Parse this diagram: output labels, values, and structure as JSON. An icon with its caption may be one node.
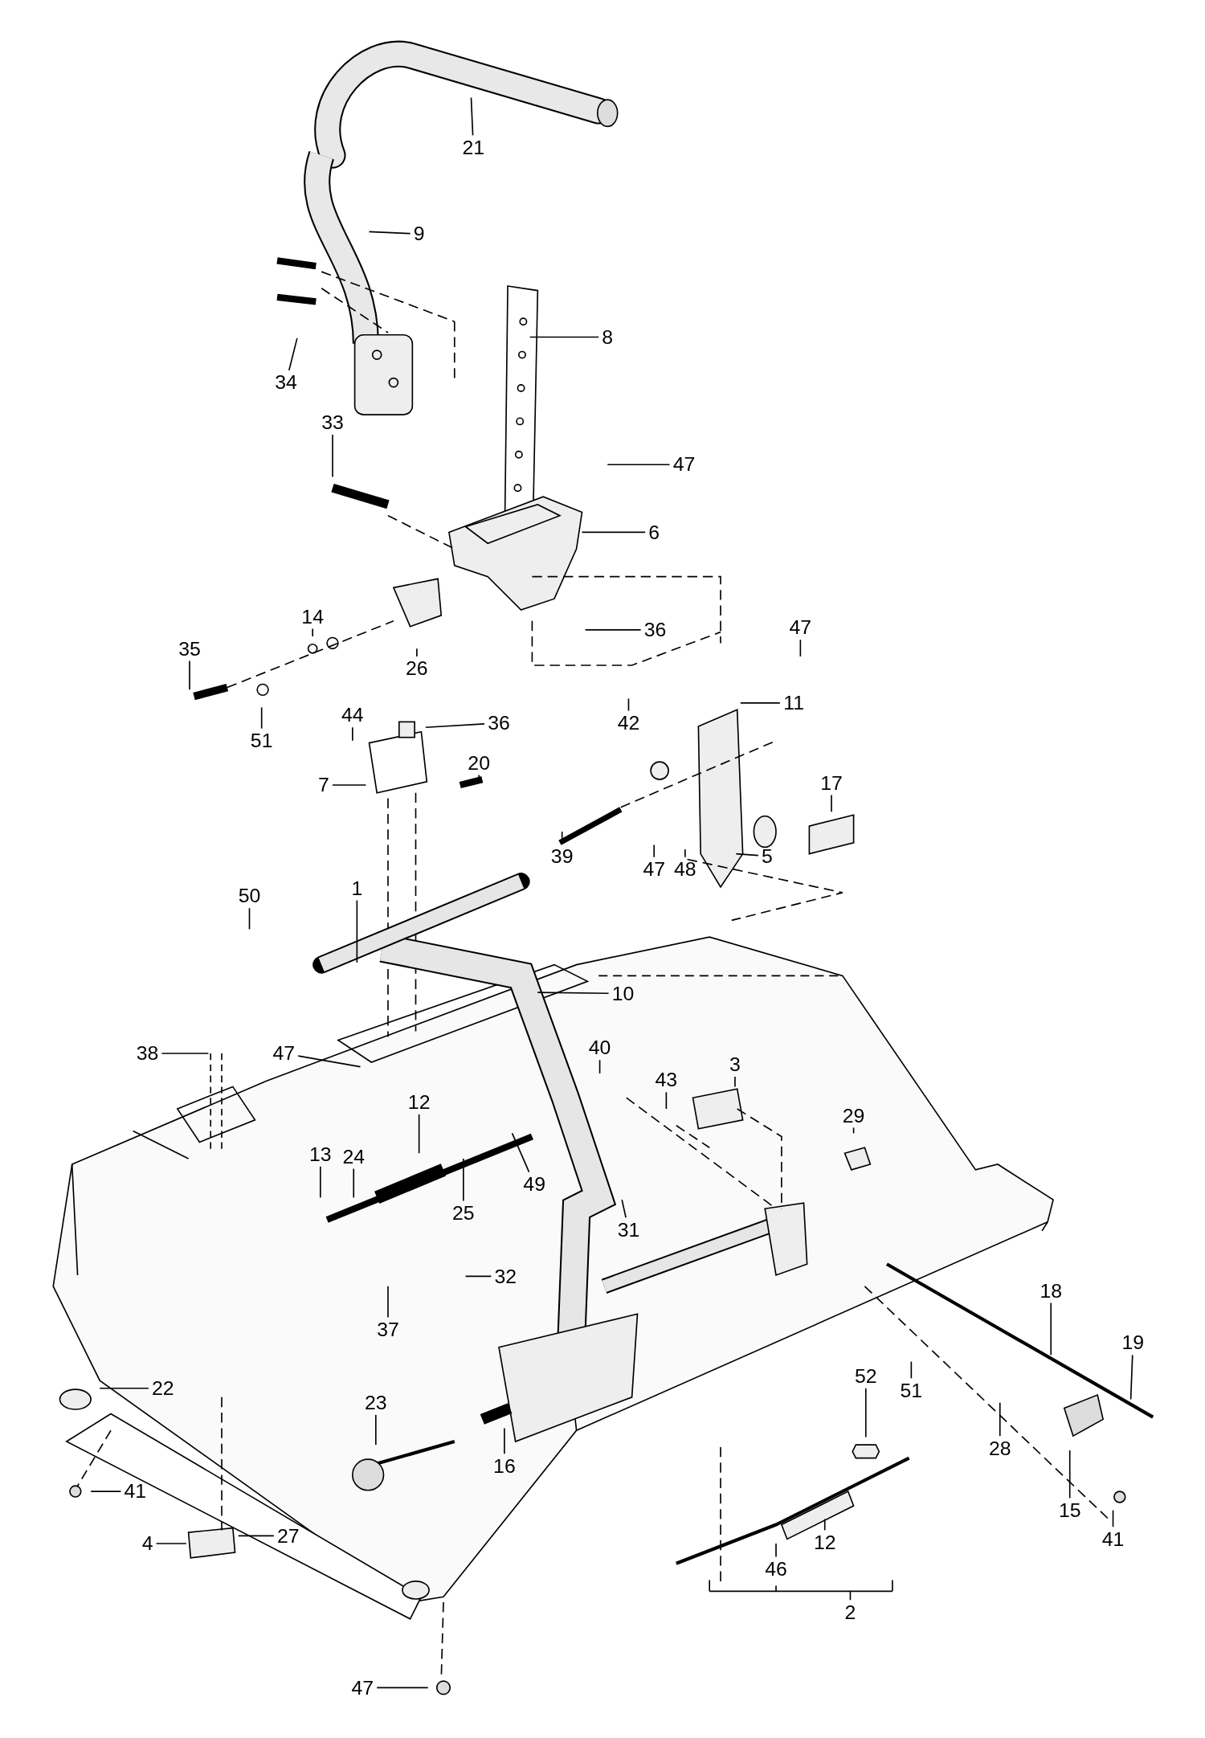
{
  "diagram": {
    "nodes": [
      {
        "text": [
          "21"
        ]
      },
      {
        "text": [
          "9"
        ]
      },
      {
        "text": [
          "8"
        ]
      },
      {
        "text": [
          "34"
        ]
      },
      {
        "text": [
          "33"
        ]
      },
      {
        "text": [
          "47"
        ]
      },
      {
        "text": [
          "6"
        ]
      },
      {
        "text": [
          "14"
        ]
      },
      {
        "text": [
          "36"
        ]
      },
      {
        "text": [
          "47"
        ]
      },
      {
        "text": [
          "35"
        ]
      },
      {
        "text": [
          "26"
        ]
      },
      {
        "text": [
          "42"
        ]
      },
      {
        "text": [
          "11"
        ]
      },
      {
        "text": [
          "44"
        ]
      },
      {
        "text": [
          "36"
        ]
      },
      {
        "text": [
          "51"
        ]
      },
      {
        "text": [
          "20"
        ]
      },
      {
        "text": [
          "17"
        ]
      },
      {
        "text": [
          "7"
        ]
      },
      {
        "text": [
          "39"
        ]
      },
      {
        "text": [
          "5"
        ]
      },
      {
        "text": [
          "47"
        ]
      },
      {
        "text": [
          "48"
        ]
      },
      {
        "text": [
          "1"
        ]
      },
      {
        "text": [
          "50"
        ]
      },
      {
        "text": [
          "10"
        ]
      },
      {
        "text": [
          "38"
        ]
      },
      {
        "text": [
          "40"
        ]
      },
      {
        "text": [
          "3"
        ]
      },
      {
        "text": [
          "47"
        ]
      },
      {
        "text": [
          "43"
        ]
      },
      {
        "text": [
          "29"
        ]
      },
      {
        "text": [
          "12"
        ]
      },
      {
        "text": [
          "13"
        ]
      },
      {
        "text": [
          "24"
        ]
      },
      {
        "text": [
          "49"
        ]
      },
      {
        "text": [
          "25"
        ]
      },
      {
        "text": [
          "31"
        ]
      },
      {
        "text": [
          "32"
        ]
      },
      {
        "text": [
          "18"
        ]
      },
      {
        "text": [
          "37"
        ]
      },
      {
        "text": [
          "19"
        ]
      },
      {
        "text": [
          "22"
        ]
      },
      {
        "text": [
          "52"
        ]
      },
      {
        "text": [
          "51"
        ]
      },
      {
        "text": [
          "23"
        ]
      },
      {
        "text": [
          "28"
        ]
      },
      {
        "text": [
          "16"
        ]
      },
      {
        "text": [
          "41"
        ]
      },
      {
        "text": [
          "15"
        ]
      },
      {
        "text": [
          "27"
        ]
      },
      {
        "text": [
          "4"
        ]
      },
      {
        "text": [
          "41"
        ]
      },
      {
        "text": [
          "12"
        ]
      },
      {
        "text": [
          "46"
        ]
      },
      {
        "text": [
          "47"
        ]
      }
    ],
    "edges": [
      {
        "from": 0,
        "to": null,
        "arrow": "none"
      },
      {
        "from": 1,
        "to": null,
        "arrow": "none"
      },
      {
        "from": 2,
        "to": null,
        "arrow": "none"
      },
      {
        "from": 3,
        "to": null,
        "arrow": "none"
      },
      {
        "from": 4,
        "to": null,
        "arrow": "none"
      },
      {
        "from": 5,
        "to": null,
        "arrow": "none"
      },
      {
        "from": 6,
        "to": null,
        "arrow": "none"
      },
      {
        "from": 7,
        "to": null,
        "arrow": "none"
      },
      {
        "from": 8,
        "to": null,
        "arrow": "none"
      },
      {
        "from": 9,
        "to": null,
        "arrow": "none"
      },
      {
        "from": 10,
        "to": null,
        "arrow": "none"
      },
      {
        "from": 11,
        "to": null,
        "arrow": "none"
      },
      {
        "from": 12,
        "to": null,
        "arrow": "none"
      },
      {
        "from": 13,
        "to": null,
        "arrow": "none"
      },
      {
        "from": 14,
        "to": null,
        "arrow": "none"
      },
      {
        "from": 15,
        "to": null,
        "arrow": "none"
      },
      {
        "from": 16,
        "to": null,
        "arrow": "none"
      },
      {
        "from": 17,
        "to": null,
        "arrow": "none"
      },
      {
        "from": 18,
        "to": null,
        "arrow": "none"
      },
      {
        "from": 19,
        "to": null,
        "arrow": "none"
      },
      {
        "from": 20,
        "to": null,
        "arrow": "none"
      },
      {
        "from": 21,
        "to": null,
        "arrow": "none"
      },
      {
        "from": 22,
        "to": null,
        "arrow": "none"
      },
      {
        "from": 23,
        "to": null,
        "arrow": "none"
      },
      {
        "from": 24,
        "to": null,
        "arrow": "none"
      },
      {
        "from": 25,
        "to": null,
        "arrow": "none"
      },
      {
        "from": 26,
        "to": null,
        "arrow": "none"
      },
      {
        "from": 27,
        "to": null,
        "arrow": "none"
      },
      {
        "from": 28,
        "to": null,
        "arrow": "none"
      },
      {
        "from": 29,
        "to": null,
        "arrow": "none"
      },
      {
        "from": 30,
        "to": null,
        "arrow": "none"
      },
      {
        "from": 31,
        "to": null,
        "arrow": "none"
      },
      {
        "from": 32,
        "to": null,
        "arrow": "none"
      },
      {
        "from": 33,
        "to": null,
        "arrow": "none"
      },
      {
        "from": 34,
        "to": null,
        "arrow": "none"
      },
      {
        "from": 35,
        "to": null,
        "arrow": "none"
      },
      {
        "from": 36,
        "to": null,
        "arrow": "none"
      },
      {
        "from": 37,
        "to": null,
        "arrow": "none"
      },
      {
        "from": 38,
        "to": null,
        "arrow": "none"
      },
      {
        "from": 39,
        "to": null,
        "arrow": "none"
      },
      {
        "from": 40,
        "to": null,
        "arrow": "none"
      },
      {
        "from": 41,
        "to": null,
        "arrow": "none"
      },
      {
        "from": 42,
        "to": null,
        "arrow": "none"
      },
      {
        "from": 43,
        "to": null,
        "arrow": "none"
      },
      {
        "from": 44,
        "to": null,
        "arrow": "none"
      },
      {
        "from": 45,
        "to": null,
        "arrow": "none"
      },
      {
        "from": 46,
        "to": null,
        "arrow": "none"
      },
      {
        "from": 47,
        "to": null,
        "arrow": "none"
      },
      {
        "from": 48,
        "to": null,
        "arrow": "none"
      },
      {
        "from": 49,
        "to": null,
        "arrow": "none"
      },
      {
        "from": 50,
        "to": null,
        "arrow": "none"
      },
      {
        "from": 51,
        "to": null,
        "arrow": "none"
      },
      {
        "from": 52,
        "to": null,
        "arrow": "none"
      },
      {
        "from": 53,
        "to": null,
        "arrow": "none"
      },
      {
        "from": 54,
        "to": null,
        "arrow": "none"
      },
      {
        "from": 55,
        "to": null,
        "arrow": "none"
      },
      {
        "from": 56,
        "to": null,
        "arrow": "none"
      }
    ],
    "labels": [
      "2"
    ]
  }
}
